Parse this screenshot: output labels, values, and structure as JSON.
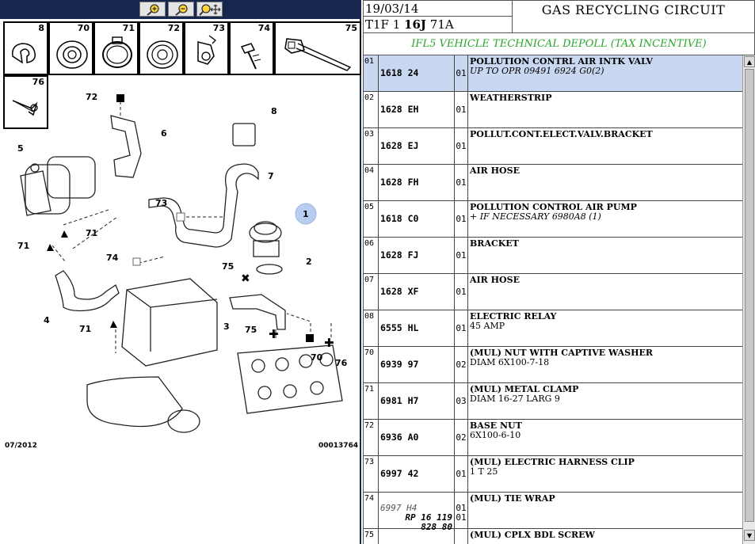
{
  "toolbar": {
    "buttons": [
      {
        "name": "zoom-in-icon"
      },
      {
        "name": "zoom-out-icon"
      },
      {
        "name": "zoom-pan-icon"
      }
    ]
  },
  "thumbs": [
    "8",
    "70",
    "71",
    "72",
    "73",
    "74",
    "75",
    "76"
  ],
  "diagram": {
    "callouts": [
      "72",
      "6",
      "8",
      "5",
      "7",
      "73",
      "1",
      "71",
      "71",
      "74",
      "2",
      "75",
      "4",
      "71",
      "3",
      "75",
      "70",
      "76"
    ],
    "footer_left": "07/2012",
    "footer_right": "00013764"
  },
  "header": {
    "date": "19/03/14",
    "code_a": "T1F 1 ",
    "code_b": "16J",
    "code_c": " 71A",
    "title": "GAS RECYCLING CIRCUIT",
    "subtitle": "IFL5 VEHICLE TECHNICAL DEPOLL (TAX INCENTIVE)"
  },
  "rows": [
    {
      "idx": "01",
      "ref": "1618 24",
      "qty": "01",
      "title": "POLLUTION CONTRL AIR INTK VALV",
      "sub": "UP TO OPR 09491 6924 G0(2)",
      "sub_italic": true,
      "selected": true
    },
    {
      "idx": "02",
      "ref": "1628 EH",
      "qty": "01",
      "title": "WEATHERSTRIP",
      "sub": ""
    },
    {
      "idx": "03",
      "ref": "1628 EJ",
      "qty": "01",
      "title": "POLLUT.CONT.ELECT.VALV.BRACKET",
      "sub": ""
    },
    {
      "idx": "04",
      "ref": "1628 FH",
      "qty": "01",
      "title": "AIR HOSE",
      "sub": ""
    },
    {
      "idx": "05",
      "ref": "1618 C0",
      "qty": "01",
      "title": "POLLUTION CONTROL AIR PUMP",
      "sub": "+ IF NECESSARY 6980A8 (1)",
      "sub_italic": true
    },
    {
      "idx": "06",
      "ref": "1628 FJ",
      "qty": "01",
      "title": "BRACKET",
      "sub": ""
    },
    {
      "idx": "07",
      "ref": "1628 XF",
      "qty": "01",
      "title": "AIR HOSE",
      "sub": ""
    },
    {
      "idx": "08",
      "ref": "6555 HL",
      "qty": "01",
      "title": "ELECTRIC RELAY",
      "sub": "45 AMP"
    },
    {
      "idx": "70",
      "ref": "6939 97",
      "qty": "02",
      "title": "(MUL) NUT WITH CAPTIVE WASHER",
      "sub": "DIAM 6X100-7-18"
    },
    {
      "idx": "71",
      "ref": "6981 H7",
      "qty": "03",
      "title": "(MUL) METAL CLAMP",
      "sub": "DIAM 16-27 LARG 9"
    },
    {
      "idx": "72",
      "ref": "6936 A0",
      "qty": "02",
      "title": "BASE NUT",
      "sub": "6X100-6-10"
    },
    {
      "idx": "73",
      "ref": "6997 42",
      "qty": "01",
      "title": "(MUL) ELECTRIC HARNESS CLIP",
      "sub": "1 T 25"
    },
    {
      "idx": "74",
      "ref_lines": [
        "6997 H4",
        "RP 16 119",
        "828 80"
      ],
      "qty_lines": [
        "01",
        "01"
      ],
      "title": "(MUL) TIE WRAP",
      "sub": ""
    },
    {
      "idx": "75",
      "ref": "",
      "qty": "",
      "title": "(MUL) CPLX BDL SCREW",
      "sub": ""
    }
  ]
}
